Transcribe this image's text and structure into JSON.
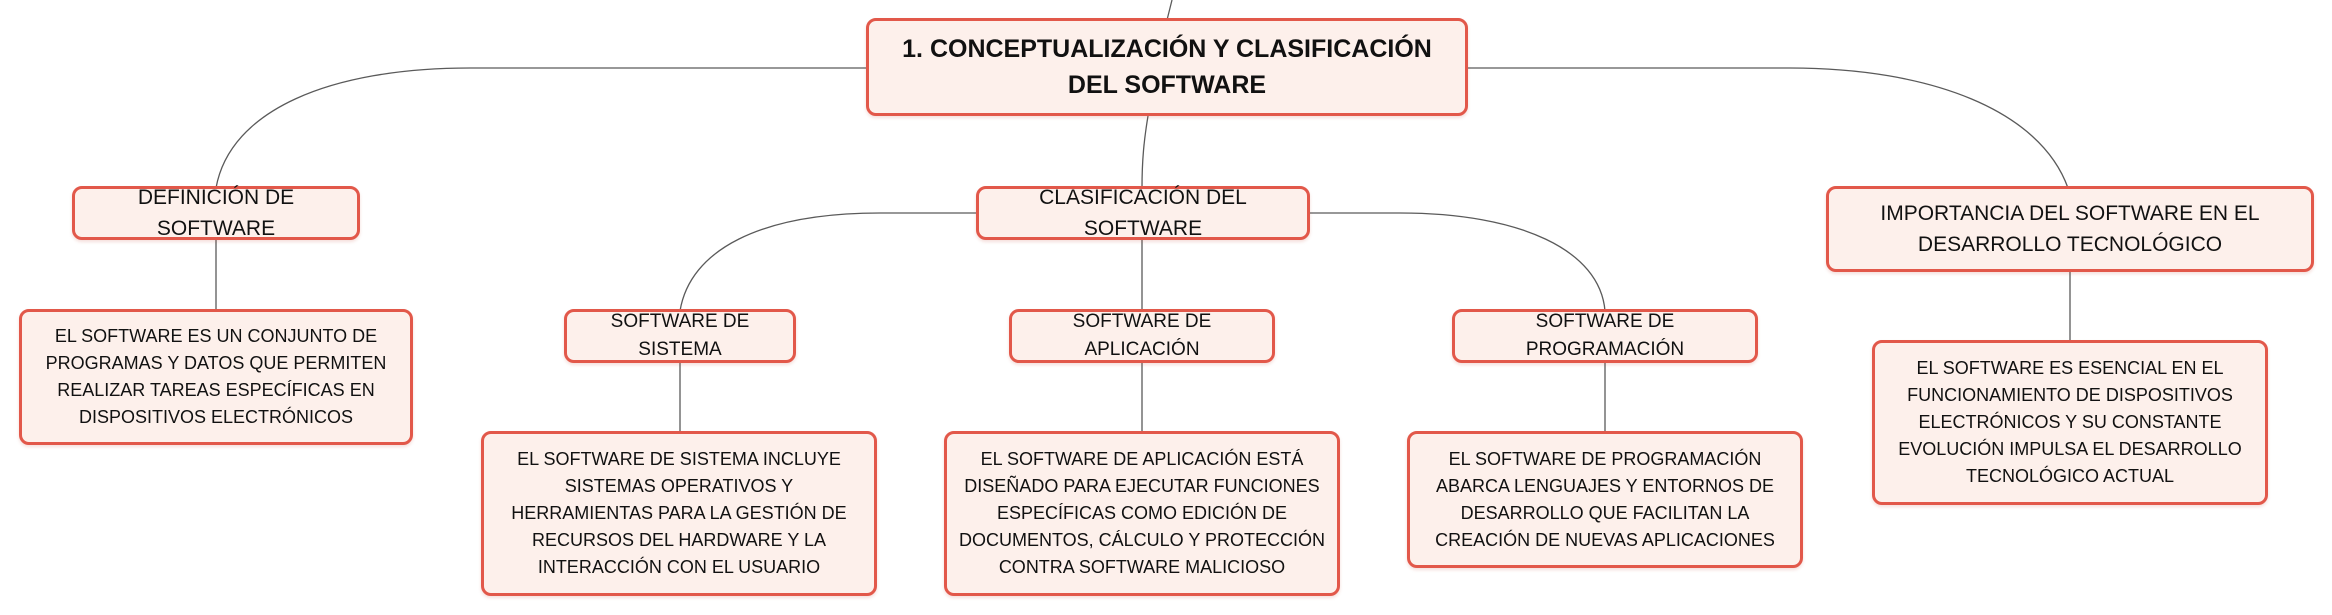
{
  "diagram": {
    "root": {
      "label": "1. CONCEPTUALIZACIÓN Y CLASIFICACIÓN DEL SOFTWARE"
    },
    "branches": {
      "definicion": {
        "label": "DEFINICIÓN DE SOFTWARE",
        "detail": "EL SOFTWARE ES UN CONJUNTO DE PROGRAMAS Y DATOS QUE PERMITEN REALIZAR TAREAS ESPECÍFICAS EN DISPOSITIVOS ELECTRÓNICOS"
      },
      "clasificacion": {
        "label": "CLASIFICACIÓN DEL SOFTWARE",
        "children": {
          "sistema": {
            "label": "SOFTWARE DE SISTEMA",
            "detail": "EL SOFTWARE DE SISTEMA INCLUYE SISTEMAS OPERATIVOS Y HERRAMIENTAS PARA LA GESTIÓN DE RECURSOS DEL HARDWARE Y LA INTERACCIÓN CON EL USUARIO"
          },
          "aplicacion": {
            "label": "SOFTWARE DE APLICACIÓN",
            "detail": "EL SOFTWARE DE APLICACIÓN ESTÁ DISEÑADO PARA EJECUTAR FUNCIONES ESPECÍFICAS COMO EDICIÓN DE DOCUMENTOS, CÁLCULO Y PROTECCIÓN CONTRA SOFTWARE MALICIOSO"
          },
          "programacion": {
            "label": "SOFTWARE DE PROGRAMACIÓN",
            "detail": "EL SOFTWARE DE PROGRAMACIÓN ABARCA LENGUAJES Y ENTORNOS DE DESARROLLO QUE FACILITAN LA CREACIÓN DE NUEVAS APLICACIONES"
          }
        }
      },
      "importancia": {
        "label": "IMPORTANCIA DEL SOFTWARE EN EL DESARROLLO TECNOLÓGICO",
        "detail": "EL SOFTWARE ES ESENCIAL EN EL FUNCIONAMIENTO DE DISPOSITIVOS ELECTRÓNICOS Y SU CONSTANTE EVOLUCIÓN IMPULSA EL DESARROLLO TECNOLÓGICO ACTUAL"
      }
    }
  },
  "colors": {
    "node_border": "#e2584a",
    "node_fill": "#fdf0eb",
    "connector": "#5a5a5a",
    "text": "#111111"
  }
}
